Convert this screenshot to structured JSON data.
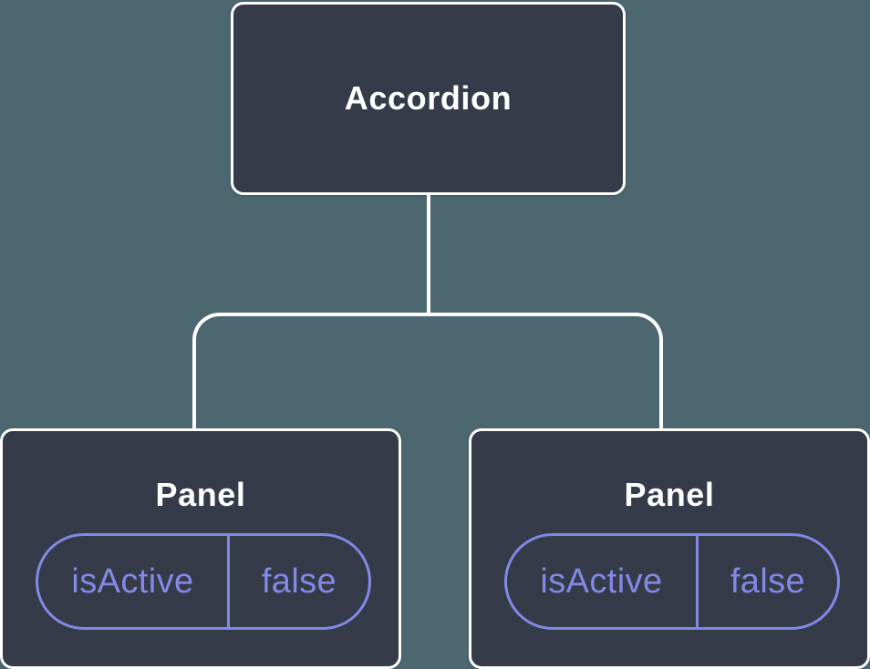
{
  "diagram": {
    "type": "component-tree",
    "root": {
      "label": "Accordion"
    },
    "children": [
      {
        "label": "Panel",
        "state": {
          "key": "isActive",
          "value": "false"
        }
      },
      {
        "label": "Panel",
        "state": {
          "key": "isActive",
          "value": "false"
        }
      }
    ]
  },
  "colors": {
    "background": "#4C6770",
    "node_fill": "#353B48",
    "node_border": "#FFFFFF",
    "state_accent": "#8289E6"
  }
}
